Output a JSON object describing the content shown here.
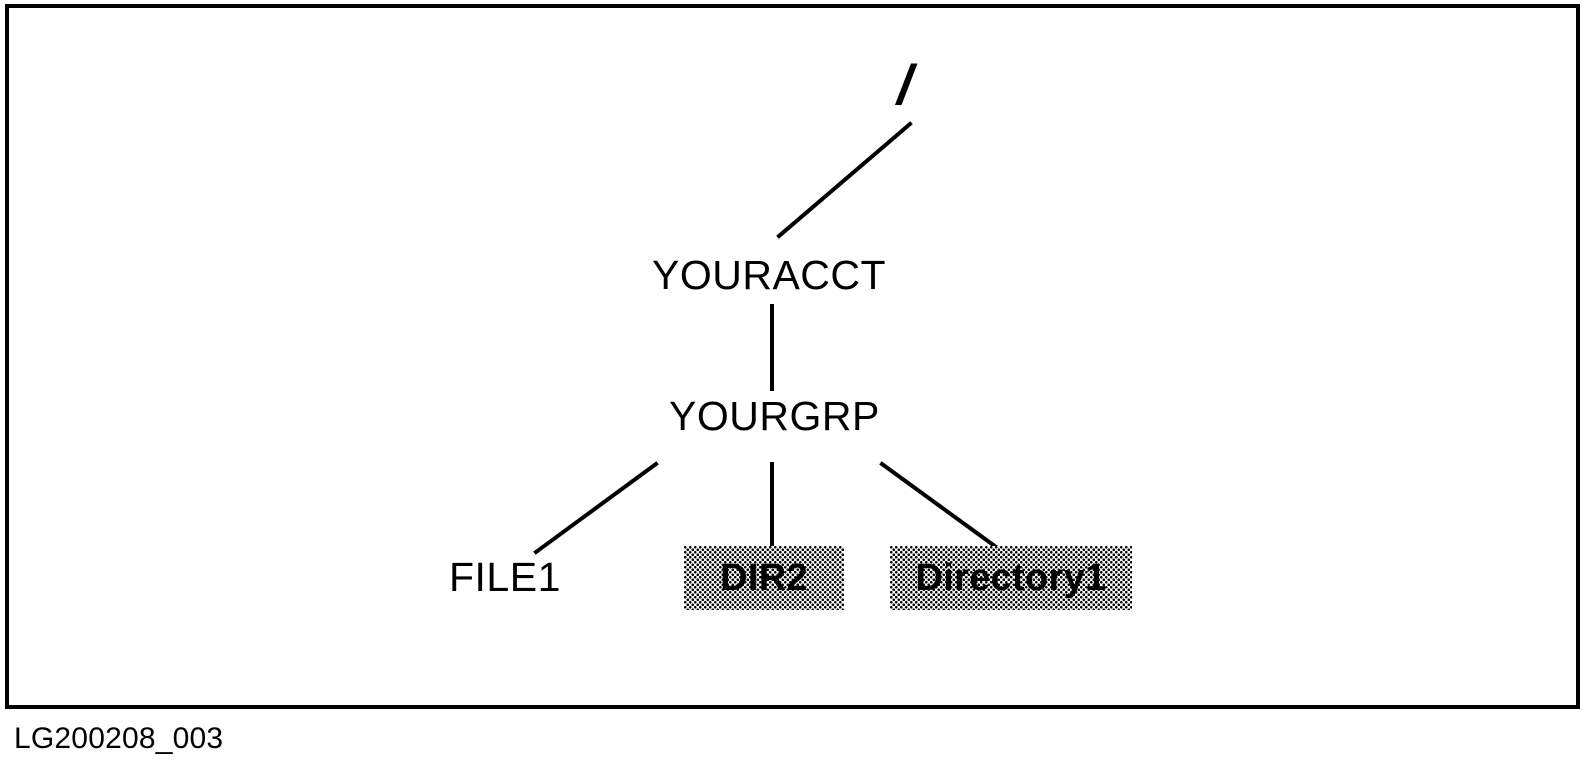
{
  "figure": {
    "caption": "LG200208_003",
    "border_color": "#000000",
    "background_color": "#ffffff",
    "line_color": "#000000"
  },
  "tree": {
    "nodes": [
      {
        "id": "root",
        "label": "/",
        "style": "bold-italic-slash",
        "shaded": false,
        "level": 0
      },
      {
        "id": "youracct",
        "label": "YOURACCT",
        "style": "plain",
        "shaded": false,
        "level": 1
      },
      {
        "id": "yourgrp",
        "label": "YOURGRP",
        "style": "plain",
        "shaded": false,
        "level": 2
      },
      {
        "id": "file1",
        "label": "FILE1",
        "style": "plain",
        "shaded": false,
        "level": 3
      },
      {
        "id": "dir2",
        "label": "DIR2",
        "style": "bold",
        "shaded": true,
        "level": 3
      },
      {
        "id": "directory1",
        "label": "Directory1",
        "style": "bold",
        "shaded": true,
        "level": 3
      }
    ],
    "edges": [
      {
        "from": "root",
        "to": "youracct"
      },
      {
        "from": "youracct",
        "to": "yourgrp"
      },
      {
        "from": "yourgrp",
        "to": "file1"
      },
      {
        "from": "yourgrp",
        "to": "dir2"
      },
      {
        "from": "yourgrp",
        "to": "directory1"
      }
    ]
  }
}
